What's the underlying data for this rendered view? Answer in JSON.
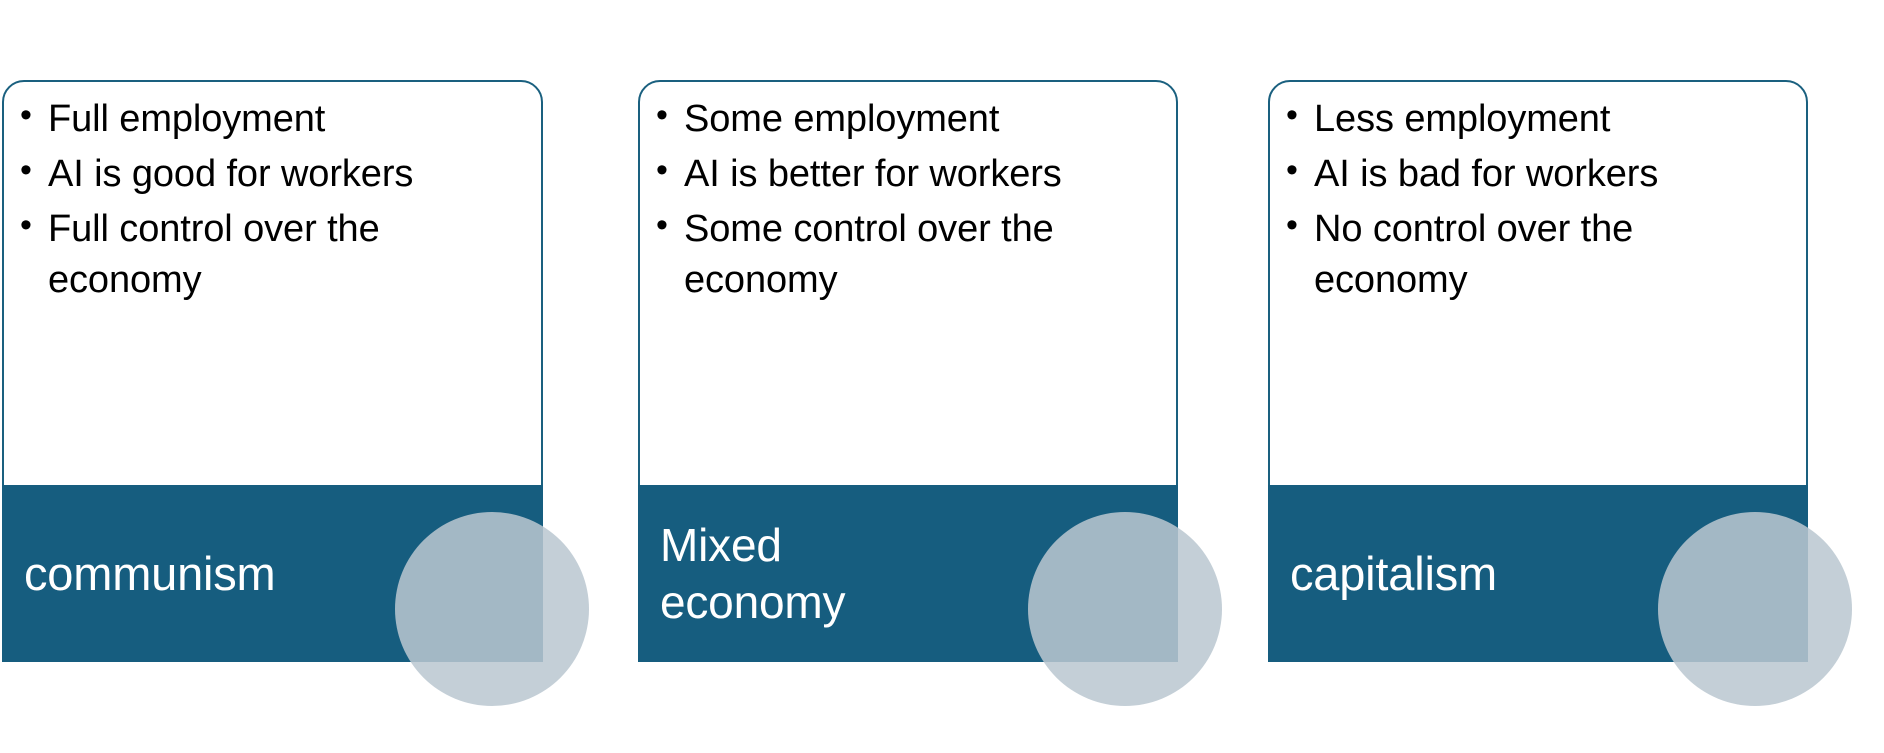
{
  "slide": {
    "background_color": "#ffffff",
    "accent_color": "#165d7f",
    "outline_color": "#1a607f",
    "circle_color": "#bac7d0",
    "label_text_color": "#ffffff",
    "bullet_text_color": "#000000"
  },
  "cards": [
    {
      "id": "communism",
      "label": "communism",
      "bullets": [
        "Full employment",
        "AI is good for workers",
        "Full control over the economy"
      ]
    },
    {
      "id": "mixed-economy",
      "label": "Mixed\neconomy",
      "bullets": [
        "Some employment",
        "AI is better for workers",
        "Some control over the economy"
      ]
    },
    {
      "id": "capitalism",
      "label": "capitalism",
      "bullets": [
        "Less employment",
        "AI is bad for workers",
        "No control over the economy"
      ]
    }
  ]
}
